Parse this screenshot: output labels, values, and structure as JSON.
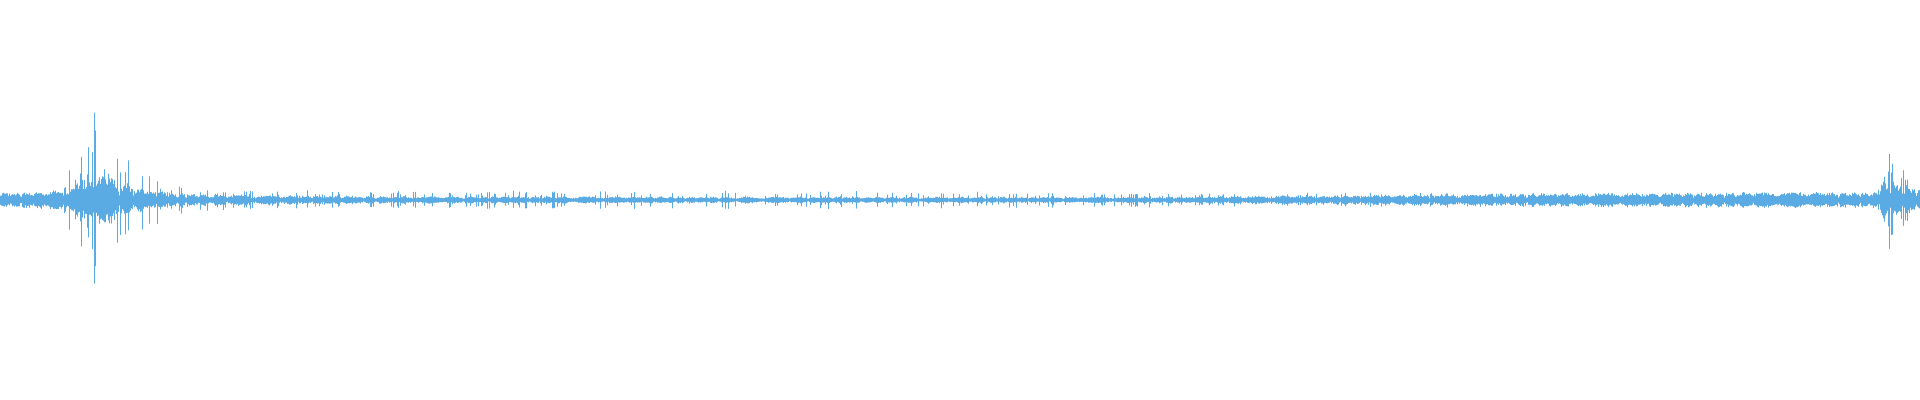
{
  "waveform": {
    "color": "#5aaae3",
    "background": "#ffffff",
    "amplitude_profile": [
      {
        "t": 0.0,
        "peak": 0.04,
        "noise": 0.03
      },
      {
        "t": 0.03,
        "peak": 0.05,
        "noise": 0.035
      },
      {
        "t": 0.045,
        "peak": 0.35,
        "noise": 0.08
      },
      {
        "t": 0.05,
        "peak": 0.75,
        "noise": 0.15
      },
      {
        "t": 0.053,
        "peak": 1.0,
        "noise": 0.12
      },
      {
        "t": 0.056,
        "peak": 0.7,
        "noise": 0.1
      },
      {
        "t": 0.06,
        "peak": 0.45,
        "noise": 0.08
      },
      {
        "t": 0.07,
        "peak": 0.2,
        "noise": 0.05
      },
      {
        "t": 0.085,
        "peak": 0.12,
        "noise": 0.03
      },
      {
        "t": 0.11,
        "peak": 0.06,
        "noise": 0.02
      },
      {
        "t": 0.2,
        "peak": 0.05,
        "noise": 0.012
      },
      {
        "t": 0.4,
        "peak": 0.05,
        "noise": 0.01
      },
      {
        "t": 0.6,
        "peak": 0.04,
        "noise": 0.01
      },
      {
        "t": 0.72,
        "peak": 0.04,
        "noise": 0.018
      },
      {
        "t": 0.8,
        "peak": 0.035,
        "noise": 0.025
      },
      {
        "t": 0.9,
        "peak": 0.04,
        "noise": 0.03
      },
      {
        "t": 0.978,
        "peak": 0.04,
        "noise": 0.03
      },
      {
        "t": 0.98,
        "peak": 0.48,
        "noise": 0.1
      },
      {
        "t": 0.983,
        "peak": 0.3,
        "noise": 0.08
      },
      {
        "t": 0.99,
        "peak": 0.18,
        "noise": 0.06
      },
      {
        "t": 1.0,
        "peak": 0.12,
        "noise": 0.05
      }
    ]
  }
}
